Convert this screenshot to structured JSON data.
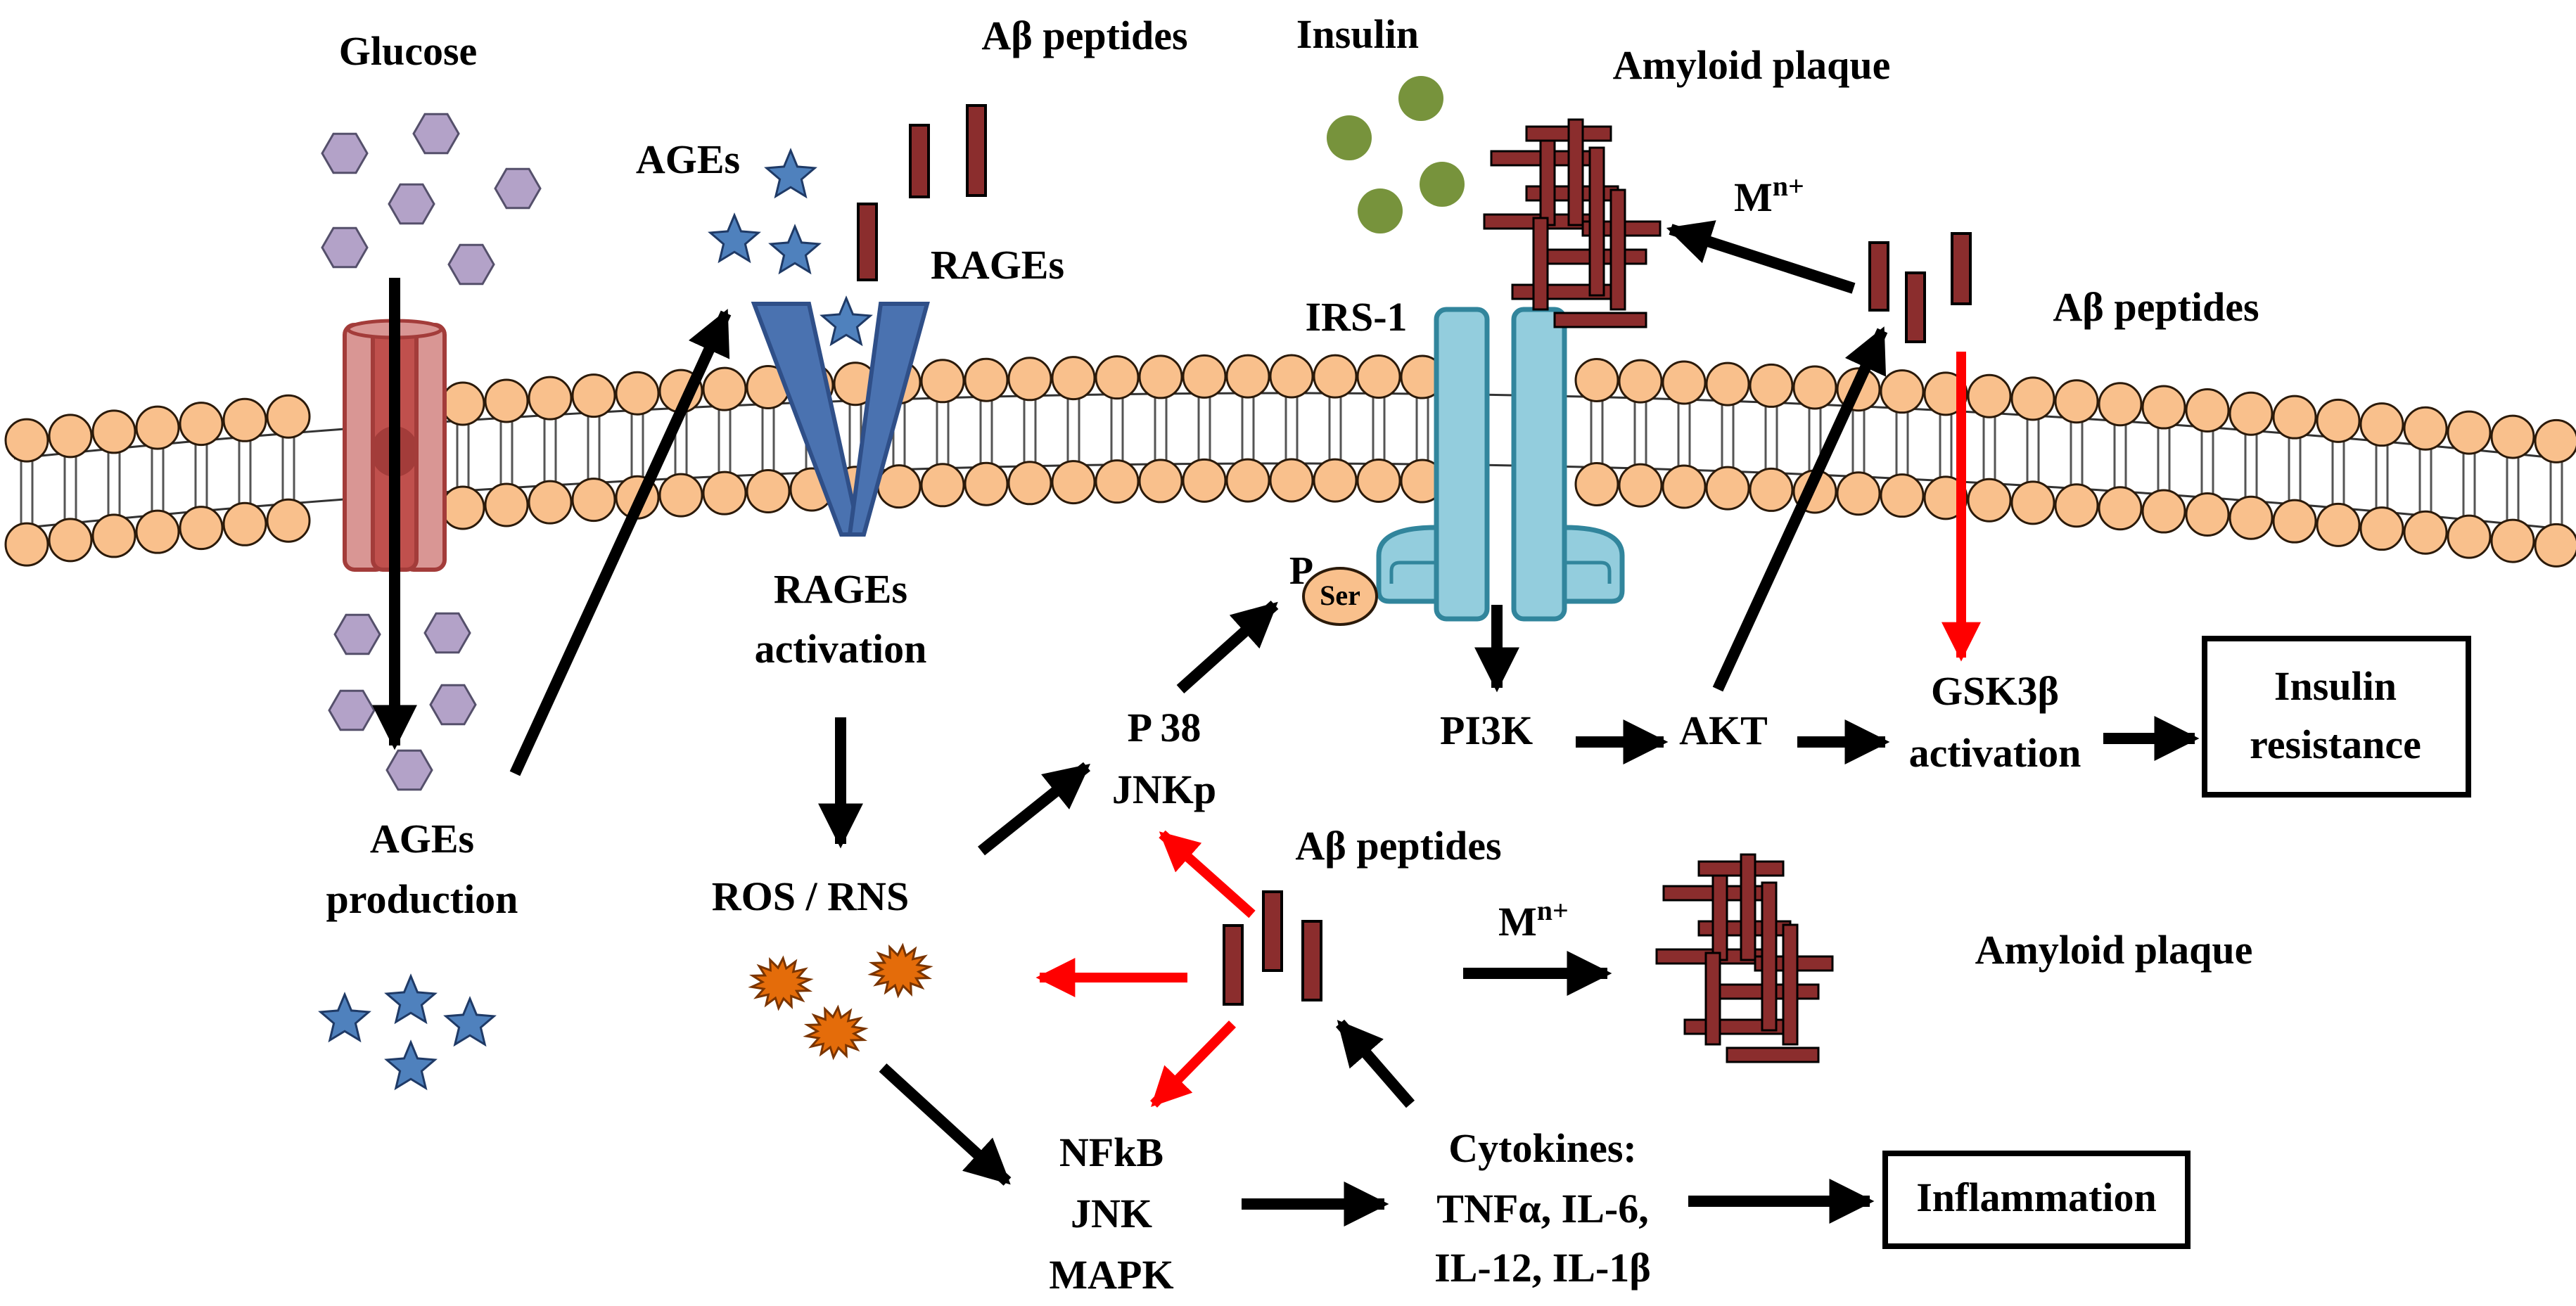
{
  "labels": {
    "glucose": "Glucose",
    "ages_top": "AGEs",
    "ab_top": "Aβ peptides",
    "rages": "RAGEs",
    "insulin": "Insulin",
    "amyloid_top": "Amyloid plaque",
    "mn_top_base": "M",
    "mn_top_sup": "n+",
    "irs1": "IRS-1",
    "ab_right": "Aβ peptides",
    "rages_activation_1": "RAGEs",
    "rages_activation_2": "activation",
    "p": "P",
    "ser": "Ser",
    "p38": "P 38",
    "jnkp": "JNKp",
    "pi3k": "PI3K",
    "akt": "AKT",
    "gsk3b_1": "GSK3β",
    "gsk3b_2": "activation",
    "insulin_resistance_1": "Insulin",
    "insulin_resistance_2": "resistance",
    "ages_prod_1": "AGEs",
    "ages_prod_2": "production",
    "ros": "ROS / RNS",
    "ab_mid": "Aβ peptides",
    "mn_mid_base": "M",
    "mn_mid_sup": "n+",
    "amyloid_mid": "Amyloid plaque",
    "nfkb": "NFkB",
    "jnk": "JNK",
    "mapk": "MAPK",
    "cytokines_1": "Cytokines:",
    "cytokines_2": "TNFα, IL-6,",
    "cytokines_3": "IL-12, IL-1β",
    "inflammation": "Inflammation"
  },
  "colors": {
    "lipid_head": "#f9c08c",
    "lipid_stroke": "#2b1a0a",
    "glucose": "#b3a2c8",
    "star": "#4f81bd",
    "ab_fill": "#8b2d2d",
    "insulin": "#77933c",
    "rage": "#4a72b0",
    "irs": "#93cddd",
    "irs_stroke": "#31859c",
    "channel": "#c0504d",
    "ros": "#e46c0a",
    "red_arrow": "#ff0000",
    "black_arrow": "#000000"
  },
  "icons": {
    "glucose": "hexagon-icon",
    "ages": "star-icon",
    "ros": "burst-icon",
    "insulin": "circle-icon",
    "ab": "rod-icon",
    "plaque": "brick-cluster-icon"
  }
}
